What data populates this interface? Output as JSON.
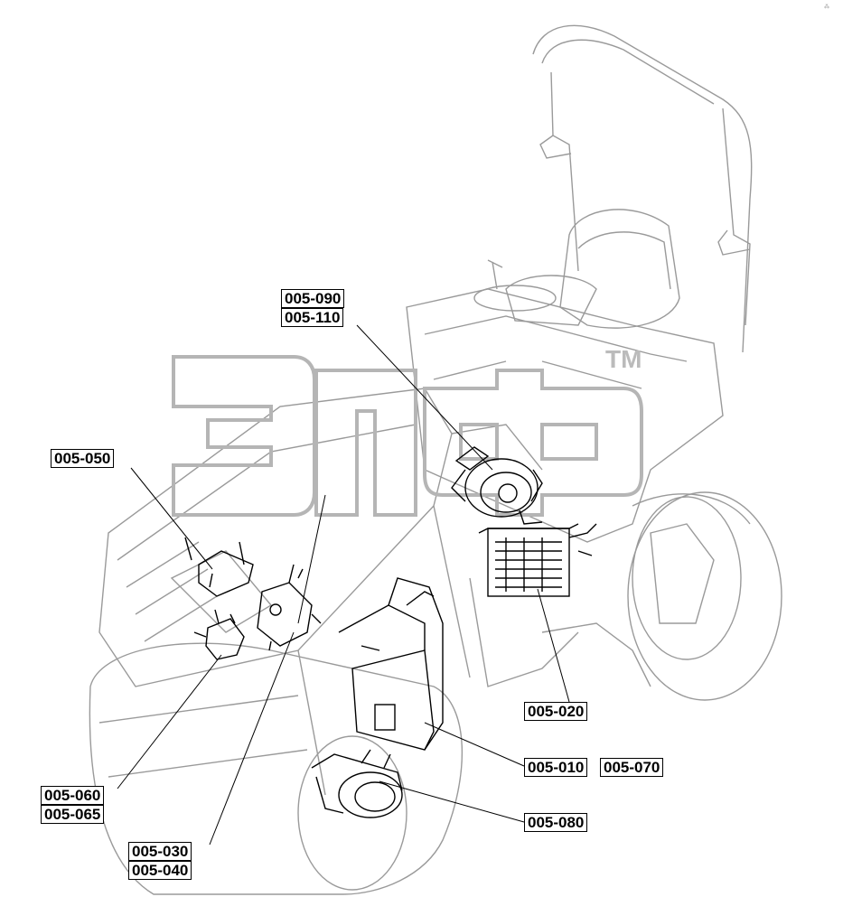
{
  "callouts": {
    "c_005_090": "005-090",
    "c_005_110": "005-110",
    "c_005_050": "005-050",
    "c_005_020": "005-020",
    "c_005_010": "005-010",
    "c_005_070": "005-070",
    "c_005_080": "005-080",
    "c_005_060": "005-060",
    "c_005_065": "005-065",
    "c_005_030": "005-030",
    "c_005_040": "005-040"
  },
  "watermark": {
    "logo_text": "элф",
    "trademark": "TM"
  },
  "colors": {
    "line": "#000000",
    "background_drawing": "#9a9a9a",
    "watermark": "#b5b5b5"
  }
}
